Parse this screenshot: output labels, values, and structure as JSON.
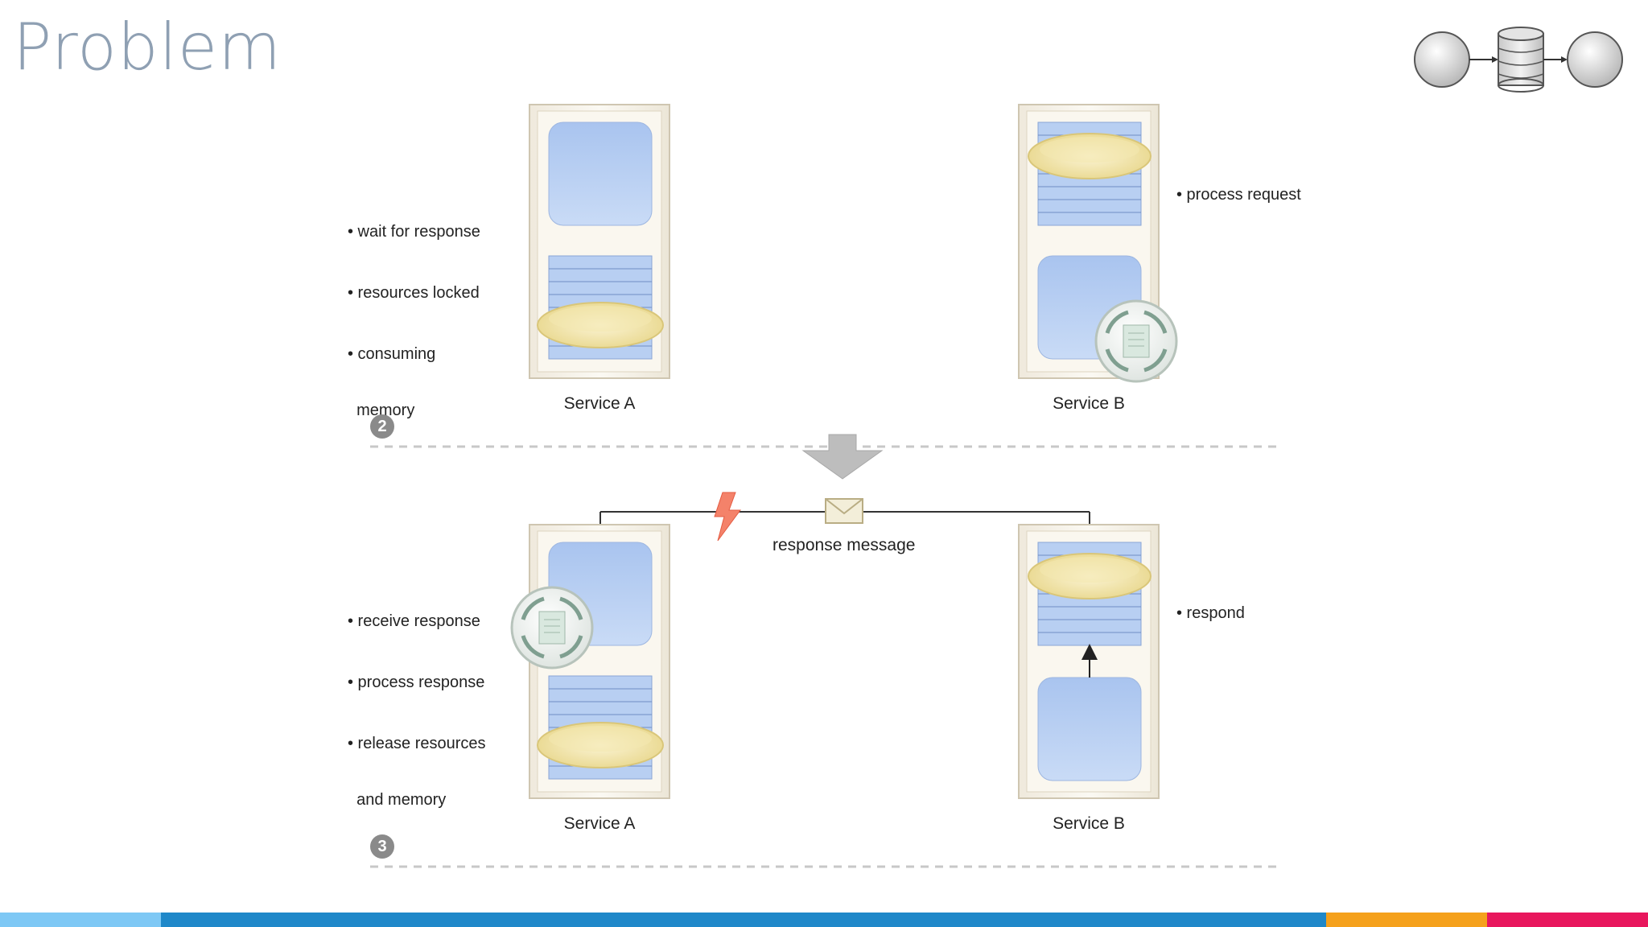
{
  "slide": {
    "title": "Problem"
  },
  "step2": {
    "number": "2",
    "service_a": {
      "label": "Service A",
      "bullets": [
        "• wait for response",
        "• resources locked",
        "• consuming",
        "  memory"
      ]
    },
    "service_b": {
      "label": "Service B",
      "bullets": [
        "• process request"
      ]
    }
  },
  "step3": {
    "number": "3",
    "service_a": {
      "label": "Service A",
      "bullets": [
        "• receive response",
        "• process response",
        "• release resources",
        "  and memory"
      ]
    },
    "service_b": {
      "label": "Service B",
      "bullets": [
        "• respond"
      ]
    },
    "message_label": "response message"
  },
  "colors": {
    "title": "#8fa0b3",
    "panel_bg": "#f7f3ea",
    "block_blue": "#b7cff0",
    "ring_yellow": "#f0e2a6",
    "bar_light_blue": "#7ec8f5",
    "bar_blue": "#1f88c9",
    "bar_orange": "#f5a11c",
    "bar_pink": "#e8175d"
  },
  "icons": [
    "db-flow-logo-icon",
    "process-cycle-icon",
    "envelope-icon",
    "lightning-icon",
    "down-arrow-icon"
  ]
}
